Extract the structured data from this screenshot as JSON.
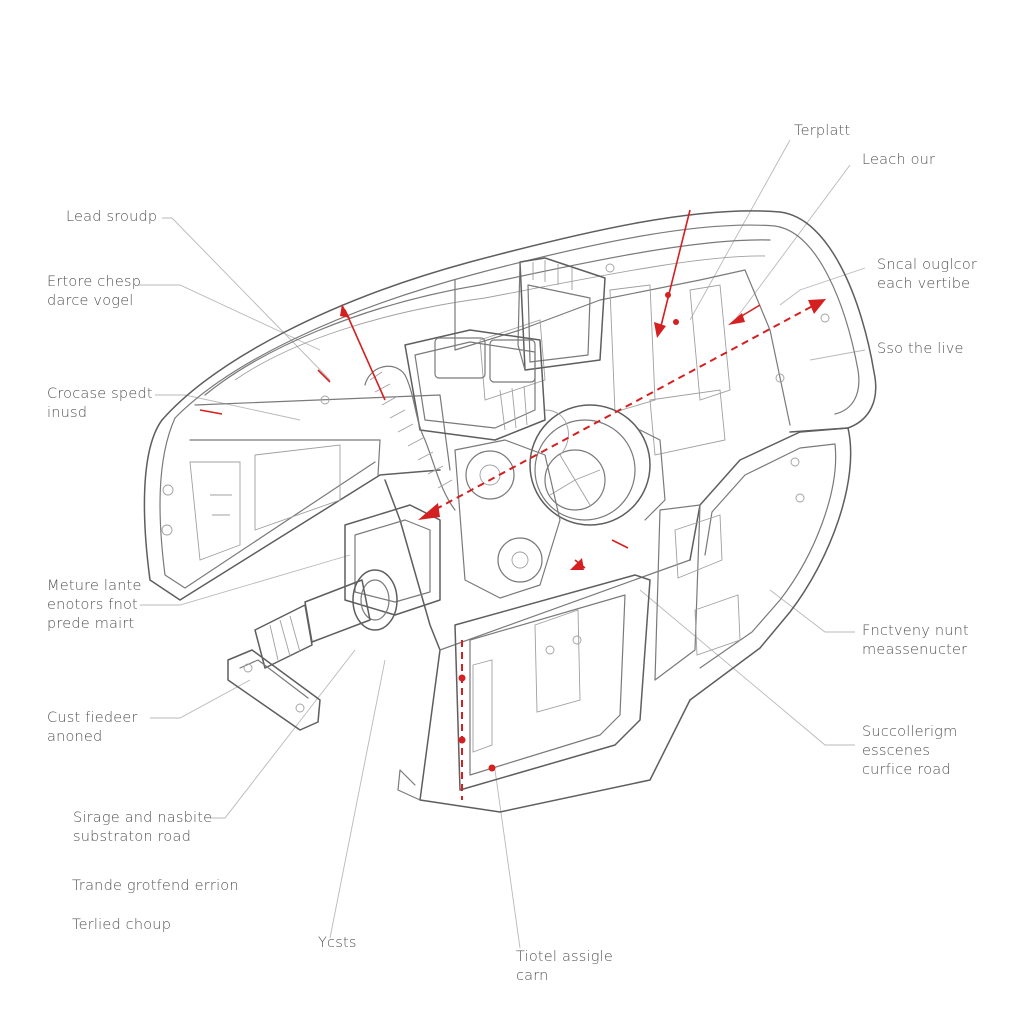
{
  "colors": {
    "line": "#7a7a7a",
    "accent": "#d42020",
    "label": "#555555",
    "background": "#ffffff"
  },
  "labels": {
    "lead_sroudp": [
      "Lead sroudp"
    ],
    "ertore_chesp": [
      "Ertore chesp",
      "darce vogel"
    ],
    "crocase_spedt": [
      "Crocase spedt",
      "inusd"
    ],
    "meture_lante": [
      "Meture lante",
      "enotors fnot",
      "prede mairt"
    ],
    "cust_fiedeer": [
      "Cust fiedeer",
      "anoned"
    ],
    "sirage_and_nasbite": [
      "Sirage and nasbite",
      "substraton road"
    ],
    "trande_grotfend": [
      "Trande grotfend errion"
    ],
    "terlied_choup": [
      "Terlied choup"
    ],
    "ycsts": [
      "Ycsts"
    ],
    "tiotel_assigle": [
      "Tiotel assigle",
      "carn"
    ],
    "terplatt": [
      "Terplatt"
    ],
    "leach_our": [
      "Leach our"
    ],
    "sncal_ouglcor": [
      "Sncal ouglcor",
      "each vertibe"
    ],
    "sso_the_live": [
      "Sso the live"
    ],
    "fnctveny_nunt": [
      "Fnctveny nunt",
      "meassenucter"
    ],
    "succollerigm": [
      "Succollerigm",
      "esscenes",
      "curfice road"
    ]
  }
}
